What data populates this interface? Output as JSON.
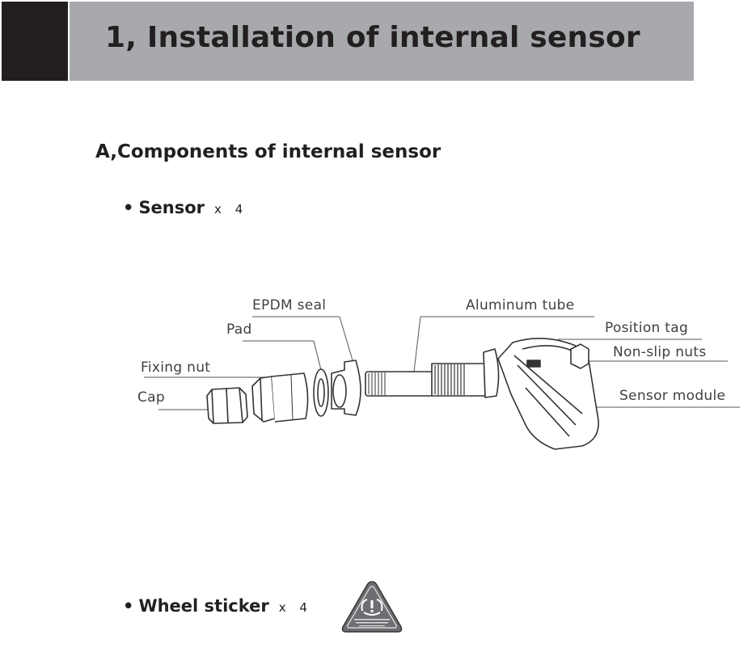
{
  "header": {
    "title": "1, Installation of internal sensor"
  },
  "section": {
    "heading": "A,Components of internal sensor"
  },
  "items": [
    {
      "bullet": "•",
      "label": "Sensor",
      "qty": "x 4"
    },
    {
      "bullet": "•",
      "label": "Wheel sticker",
      "qty": "x 4"
    }
  ],
  "diagram": {
    "labels": {
      "epdm_seal": "EPDM seal",
      "pad": "Pad",
      "fixing_nut": "Fixing nut",
      "cap": "Cap",
      "aluminum_tube": "Aluminum tube",
      "position_tag": "Position tag",
      "non_slip_nuts": "Non-slip nuts",
      "sensor_module": "Sensor module"
    }
  },
  "colors": {
    "header_dark": "#231f20",
    "header_gray": "#a7a9ac",
    "line": "#555555"
  }
}
